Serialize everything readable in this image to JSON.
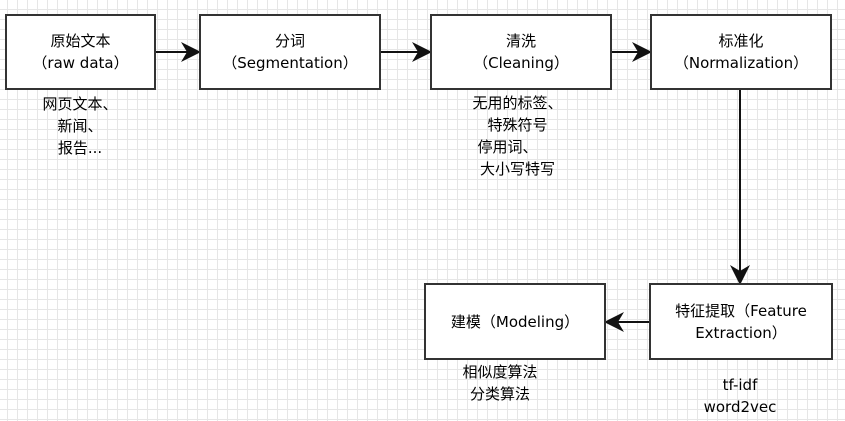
{
  "nodes": {
    "raw": {
      "title": "原始文本",
      "subtitle": "（raw data）"
    },
    "seg": {
      "title": "分词",
      "subtitle": "（Segmentation）"
    },
    "clean": {
      "title": "清洗",
      "subtitle": "（Cleaning）"
    },
    "norm": {
      "title": "标准化",
      "subtitle": "（Normalization）"
    },
    "feat": {
      "title": "特征提取（Feature",
      "subtitle": "Extraction）"
    },
    "model": {
      "title": "建模（Modeling）"
    }
  },
  "notes": {
    "raw": [
      "网页文本、",
      "新闻、",
      "报告..."
    ],
    "clean": [
      "无用的标签、",
      "特殊符号",
      "停用词、",
      "大小写特写"
    ],
    "model": [
      "相似度算法",
      "分类算法"
    ],
    "feat": [
      "tf-idf",
      "word2vec"
    ]
  }
}
